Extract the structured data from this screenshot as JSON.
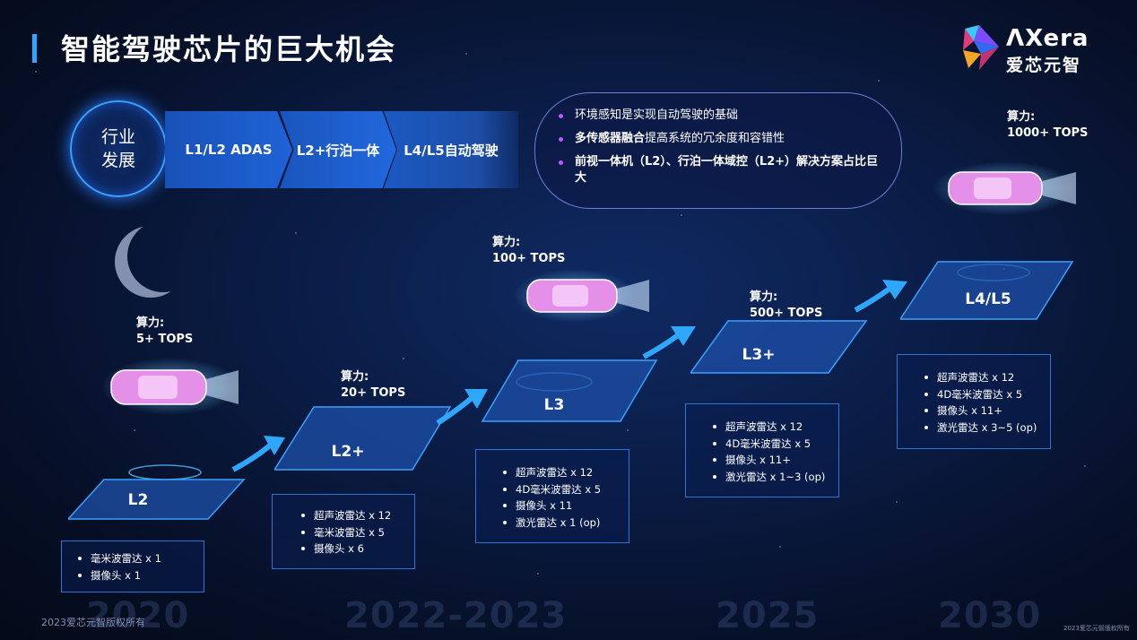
{
  "title": "智能驾驶芯片的巨大机会",
  "logo": {
    "en": "ΛXera",
    "cn": "爱芯元智",
    "icon": "axera-logo-icon"
  },
  "development": {
    "circle_label": "行业\n发展",
    "stages": [
      "L1/L2 ADAS",
      "L2+行泊一体",
      "L4/L5自动驾驶"
    ]
  },
  "highlights": [
    {
      "plain": "环境感知是实现自动驾驶的基础",
      "bold": ""
    },
    {
      "bold": "多传感器融合",
      "plain": "提高系统的冗余度和容错性"
    },
    {
      "bold": "前视一体机（L2）、行泊一体域控（L2+）解决方案占比巨大",
      "plain": ""
    }
  ],
  "levels": [
    {
      "label": "L2",
      "compute_title": "算力:",
      "compute_value": "5+ TOPS",
      "specs": [
        "毫米波雷达 x 1",
        "摄像头 x 1"
      ],
      "year": "2020"
    },
    {
      "label": "L2+",
      "compute_title": "算力:",
      "compute_value": "20+ TOPS",
      "specs": [
        "超声波雷达 x 12",
        "毫米波雷达 x 5",
        "摄像头 x 6"
      ],
      "year": "2022-2023"
    },
    {
      "label": "L3",
      "compute_title": "算力:",
      "compute_value": "100+ TOPS",
      "specs": [
        "超声波雷达 x 12",
        "4D毫米波雷达 x 5",
        "摄像头 x 11",
        "激光雷达 x 1 (op)"
      ],
      "year": ""
    },
    {
      "label": "L3+",
      "compute_title": "算力:",
      "compute_value": "500+ TOPS",
      "specs": [
        "超声波雷达 x 12",
        "4D毫米波雷达 x 5",
        "摄像头 x 11+",
        "激光雷达 x 1~3 (op)"
      ],
      "year": "2025"
    },
    {
      "label": "L4/L5",
      "compute_title": "算力:",
      "compute_value": "1000+ TOPS",
      "specs": [
        "超声波雷达 x 12",
        "4D毫米波雷达 x 5",
        "摄像头 x 11+",
        "激光雷达 x 3~5 (op)"
      ],
      "year": "2030"
    }
  ],
  "footer": {
    "left": "2023爱芯元智版权所有",
    "right": "2023爱芯元智版权所有"
  },
  "colors": {
    "accent": "#2fa6ff",
    "bullet": "#c056ff",
    "car": "#e48fe8"
  }
}
